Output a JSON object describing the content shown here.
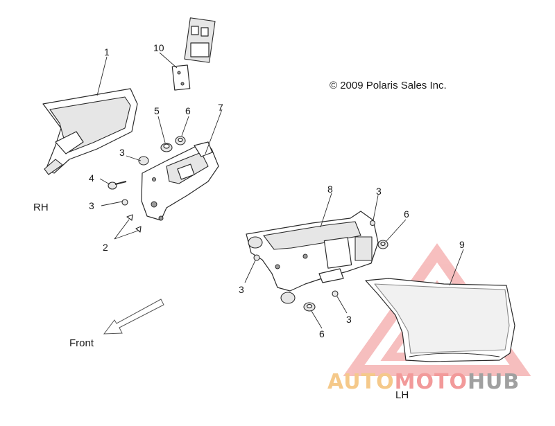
{
  "copyright": "© 2009 Polaris Sales Inc.",
  "side_labels": {
    "rh": "RH",
    "lh": "LH"
  },
  "direction_label": "Front",
  "callouts": {
    "c1": "1",
    "c10": "10",
    "c5": "5",
    "c6a": "6",
    "c7": "7",
    "c3a": "3",
    "c4": "4",
    "c3b": "3",
    "c2": "2",
    "c8": "8",
    "c3c": "3",
    "c6b": "6",
    "c9": "9",
    "c3d": "3",
    "c6c": "6",
    "c3e": "3"
  },
  "watermark": {
    "part1": "AUTO",
    "part2": "MOTO",
    "part3": "HUB",
    "colors": {
      "auto": "#f5c98a",
      "moto": "#f29a9a",
      "hub": "#a0a0a0",
      "triangle": "#f08a8a"
    }
  }
}
